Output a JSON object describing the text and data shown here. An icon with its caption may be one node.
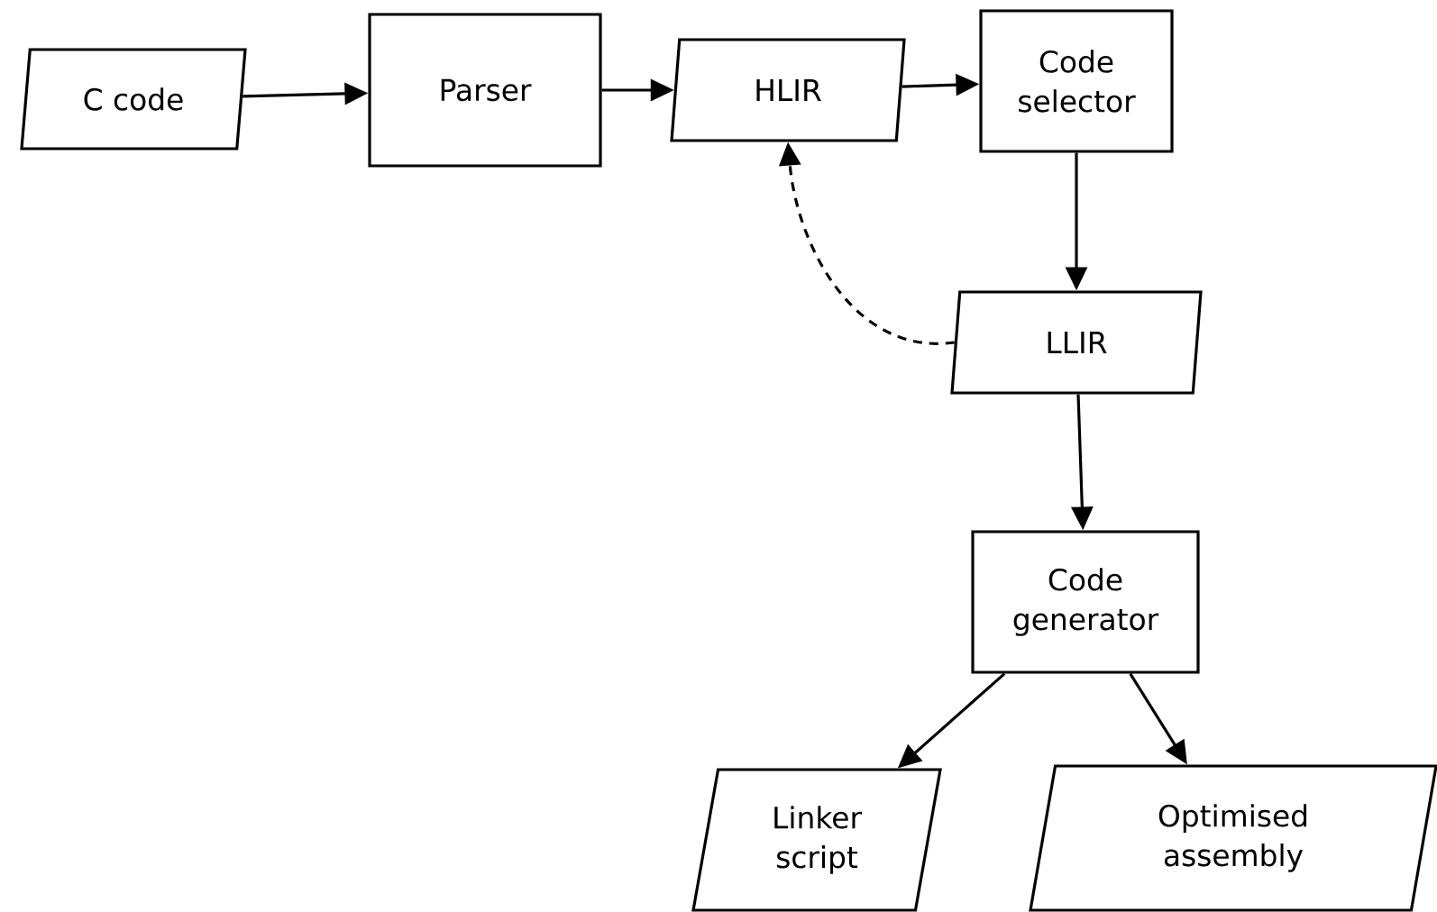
{
  "diagram": {
    "nodes": [
      {
        "text": [
          "C code"
        ]
      },
      {
        "text": [
          "Parser"
        ]
      },
      {
        "text": [
          "HLIR"
        ]
      },
      {
        "text": [
          "Code selector"
        ]
      },
      {
        "text": [
          "LLIR"
        ]
      },
      {
        "text": [
          "Code generator"
        ]
      },
      {
        "text": [
          "Linker script"
        ]
      },
      {
        "text": [
          "Optimised assembly"
        ]
      }
    ],
    "edges": [
      {
        "from": 0,
        "to": 1,
        "arrow": "to"
      },
      {
        "from": 1,
        "to": 2,
        "arrow": "to"
      },
      {
        "from": 2,
        "to": 3,
        "arrow": "to"
      },
      {
        "from": 3,
        "to": 4,
        "arrow": "to"
      },
      {
        "from": 4,
        "to": 2,
        "arrow": "to",
        "style": "dashed"
      },
      {
        "from": 4,
        "to": 5,
        "arrow": "to"
      },
      {
        "from": 5,
        "to": 6,
        "arrow": "to"
      },
      {
        "from": 5,
        "to": 7,
        "arrow": "to"
      }
    ]
  }
}
